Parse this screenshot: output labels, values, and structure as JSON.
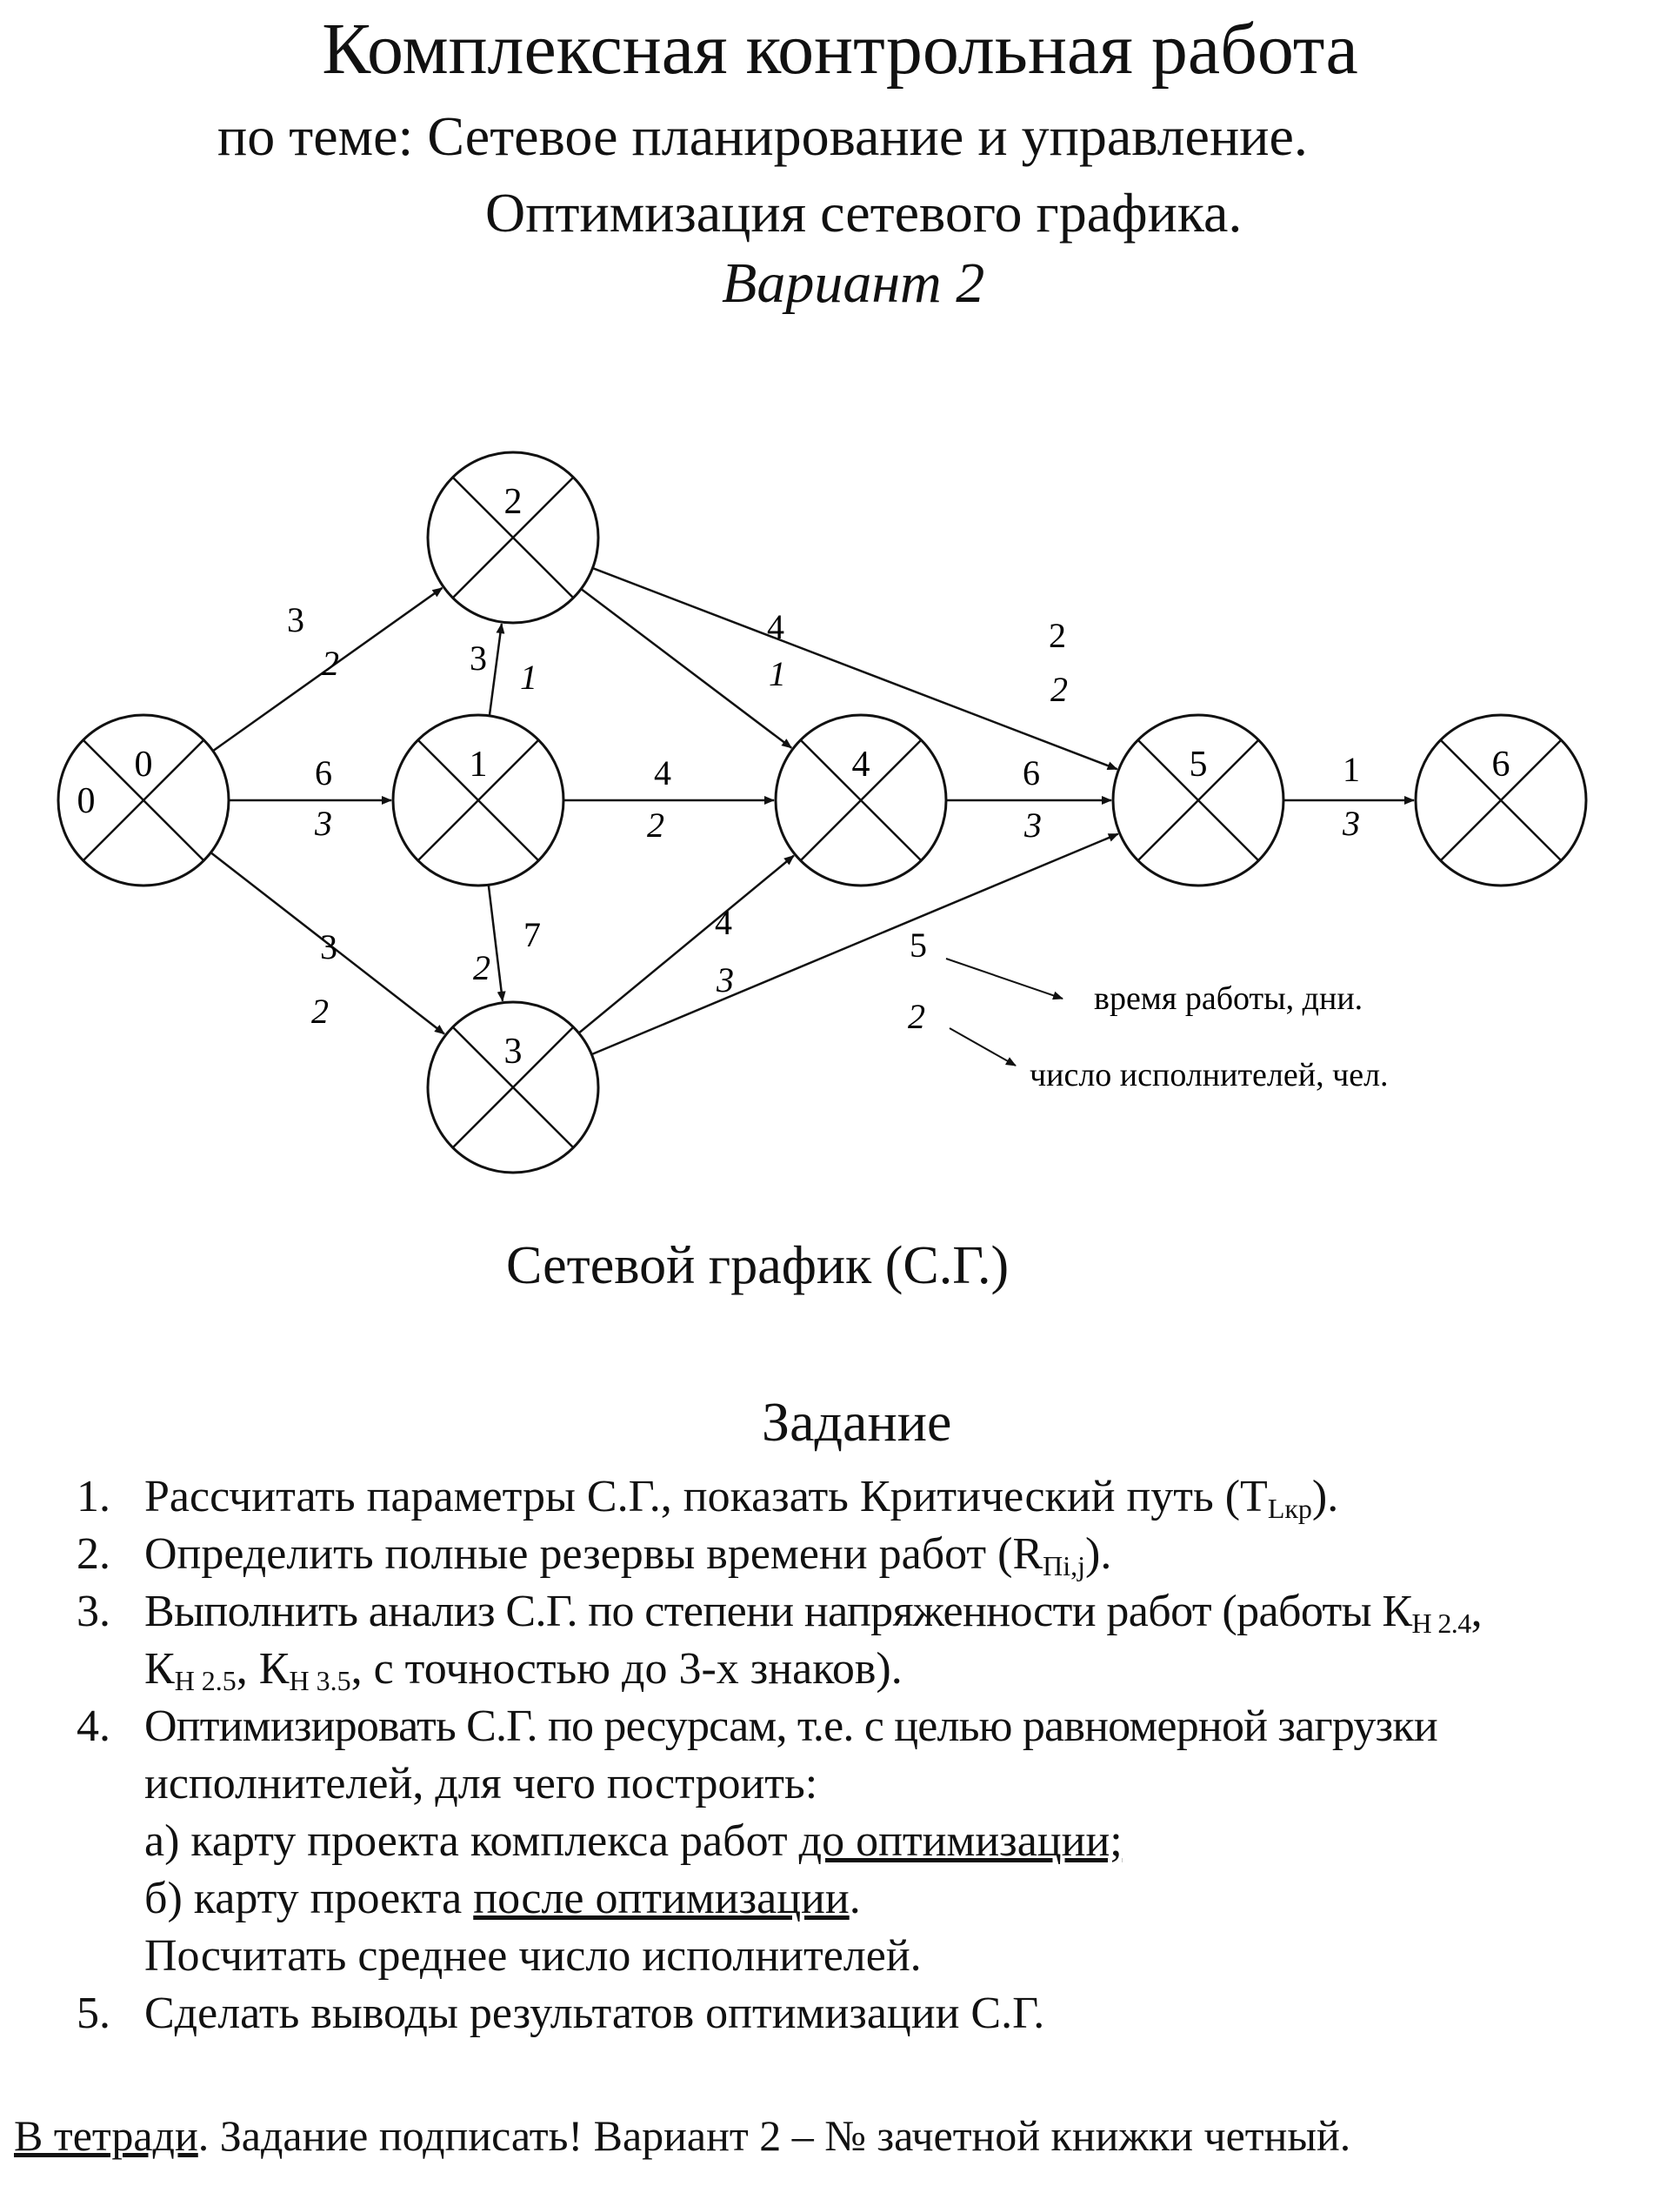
{
  "header": {
    "title": "Комплексная контрольная работа",
    "topic_line1": "по теме:  Сетевое планирование и управление.",
    "topic_line2": "Оптимизация сетевого графика.",
    "variant": "Вариант 2"
  },
  "graph": {
    "caption": "Сетевой график (С.Г.)",
    "nodes": [
      {
        "id": "0",
        "extra": "0"
      },
      {
        "id": "1"
      },
      {
        "id": "2"
      },
      {
        "id": "3"
      },
      {
        "id": "4"
      },
      {
        "id": "5"
      },
      {
        "id": "6"
      }
    ],
    "edges": [
      {
        "from": "0",
        "to": "2",
        "duration": "3",
        "workers": "2"
      },
      {
        "from": "0",
        "to": "1",
        "duration": "6",
        "workers": "3"
      },
      {
        "from": "0",
        "to": "3",
        "duration": "3",
        "workers": "2"
      },
      {
        "from": "1",
        "to": "2",
        "duration": "3",
        "workers": "1"
      },
      {
        "from": "1",
        "to": "4",
        "duration": "4",
        "workers": "2"
      },
      {
        "from": "1",
        "to": "3",
        "duration": "7",
        "workers": "2"
      },
      {
        "from": "2",
        "to": "4",
        "duration": "4",
        "workers": "1"
      },
      {
        "from": "2",
        "to": "5",
        "duration": "2",
        "workers": "2"
      },
      {
        "from": "3",
        "to": "4",
        "duration": "4",
        "workers": "3"
      },
      {
        "from": "3",
        "to": "5",
        "duration": "5",
        "workers": "2"
      },
      {
        "from": "4",
        "to": "5",
        "duration": "6",
        "workers": "3"
      },
      {
        "from": "5",
        "to": "6",
        "duration": "1",
        "workers": "3"
      }
    ],
    "legend": {
      "time": "время работы, дни.",
      "workers": "число исполнителей, чел."
    }
  },
  "task": {
    "heading": "Задание",
    "items": [
      {
        "num": "1.",
        "text": "Рассчитать параметры С.Г., показать Критический путь (T",
        "sub": "Lкр",
        "tail": ")."
      },
      {
        "num": "2.",
        "text": "Определить полные резервы времени работ (R",
        "sub": "Пi,j",
        "tail": ")."
      },
      {
        "num": "3.",
        "text": "Выполнить анализ С.Г. по степени напряженности работ (работы К",
        "sub": "Н 2.4",
        "tail": ",",
        "line2_a": "К",
        "line2_sub1": "Н 2.5",
        "line2_b": ", К",
        "line2_sub2": "Н 3.5",
        "line2_c": ", с точностью до 3-х знаков)."
      },
      {
        "num": "4.",
        "text": "Оптимизировать С.Г. по ресурсам, т.е. с целью равномерной загрузки",
        "line2": "исполнителей, для чего построить:",
        "sub_a_prefix": "а) карту проекта комплекса работ ",
        "sub_a_link": "до оптимизации;",
        "sub_b_prefix": "б) карту проекта ",
        "sub_b_link": "после оптимизации",
        "sub_b_tail": ".",
        "line_avg": "Посчитать среднее число исполнителей."
      },
      {
        "num": "5.",
        "text": "Сделать выводы результатов оптимизации С.Г."
      }
    ]
  },
  "footer": {
    "underlined": "В тетради",
    "rest": ". Задание подписать! Вариант 2 – № зачетной книжки четный."
  }
}
